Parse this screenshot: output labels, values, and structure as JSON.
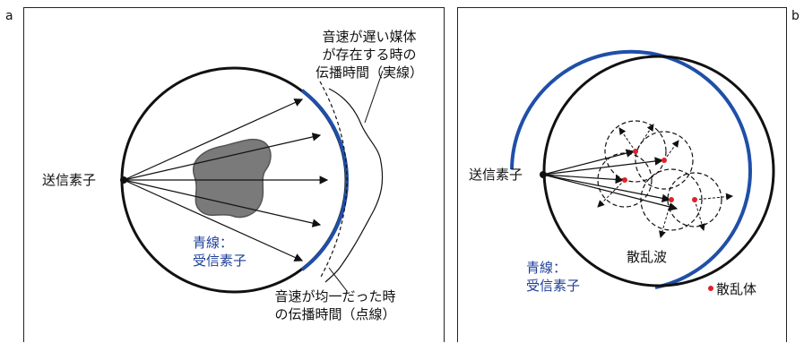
{
  "panel_a": {
    "letter": "a",
    "transmitter_label": "送信素子",
    "slow_medium_label": [
      "音速が遅い媒体",
      "が存在する時の",
      "伝播時間（実線）"
    ],
    "uniform_label": [
      "音速が均一だった時",
      "の伝播時間（点線）"
    ],
    "receiver_label": [
      "青線：",
      "受信素子"
    ]
  },
  "panel_b": {
    "letter": "b",
    "transmitter_label": "送信素子",
    "scattered_wave_label": "散乱波",
    "receiver_label": [
      "青線：",
      "受信素子"
    ],
    "scatterer_label": "散乱体"
  },
  "colors": {
    "receiver_blue": "#1f4fa8",
    "label_blue": "#1f3f9a",
    "scatterer_red": "#e0202a",
    "medium_gray": "#7a7a7a"
  }
}
